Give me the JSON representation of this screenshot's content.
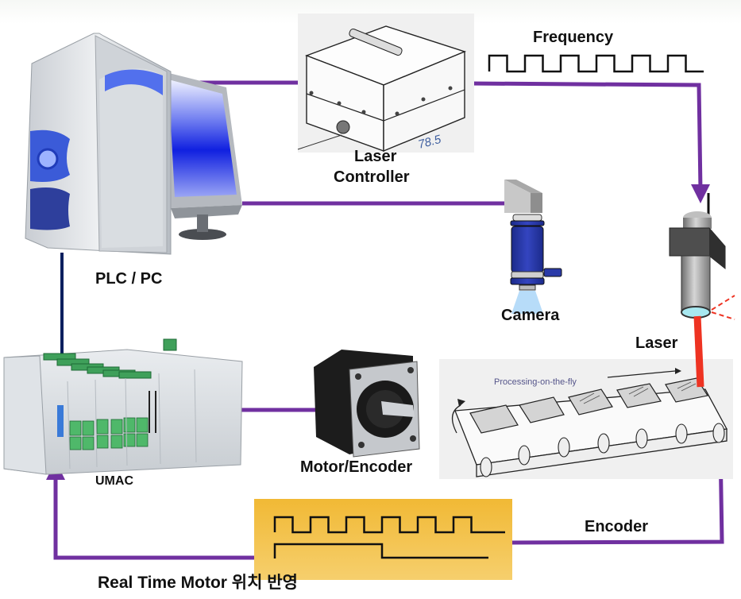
{
  "title": "Laser processing-on-the-fly system configuration",
  "colors": {
    "link_purple": "#7030a0",
    "link_navy": "#0b1f5e",
    "laser_beam": "#ee3322",
    "encoder_panel": "#f3c24f"
  },
  "nodes": {
    "pc": {
      "label": "PLC / PC",
      "icon": "computer-tower-monitor-icon"
    },
    "laser_controller": {
      "label_line1": "Laser",
      "label_line2": "Controller",
      "dimension": "78.5",
      "icon": "laser-controller-box-icon"
    },
    "camera": {
      "label": "Camera",
      "icon": "industrial-camera-icon"
    },
    "laser": {
      "label": "Laser",
      "icon": "laser-head-icon"
    },
    "umac": {
      "label": "UMAC",
      "icon": "umac-motion-controller-icon"
    },
    "motor": {
      "label": "Motor/Encoder",
      "icon": "stepper-motor-icon"
    },
    "conveyor": {
      "caption": "Processing-on-the-fly",
      "icon": "conveyor-belt-icon",
      "workpieces": 5
    }
  },
  "signals": {
    "frequency": {
      "label": "Frequency",
      "pulses": 6
    },
    "encoder": {
      "label": "Encoder",
      "pulses": 6
    },
    "feedback": {
      "label": "Real Time Motor 위치 반영"
    }
  },
  "connections": [
    {
      "from": "PLC / PC",
      "to": "Laser Controller"
    },
    {
      "from": "Laser Controller",
      "to": "Laser",
      "signal": "Frequency"
    },
    {
      "from": "PLC / PC",
      "to": "Camera"
    },
    {
      "from": "PLC / PC",
      "to": "UMAC"
    },
    {
      "from": "UMAC",
      "to": "Motor/Encoder"
    },
    {
      "from": "Conveyor",
      "to": "UMAC",
      "signal": "Encoder"
    }
  ]
}
